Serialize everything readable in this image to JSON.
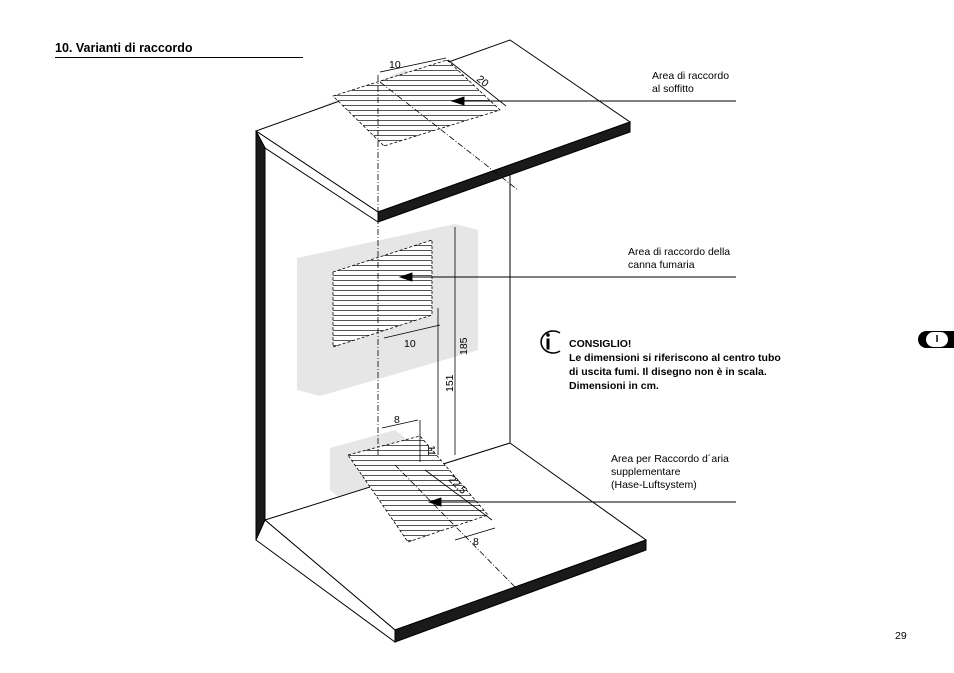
{
  "section": {
    "title": "10.  Varianti di raccordo"
  },
  "labels": {
    "ceiling": [
      "Area di  raccordo",
      "al soffitto"
    ],
    "chimney": [
      "Area di raccordo della",
      "canna fumaria"
    ],
    "air": [
      "Area per Raccordo d´aria",
      "supplementare",
      "(Hase-Luftsystem)"
    ]
  },
  "dimensions": {
    "ceiling_width": "10",
    "ceiling_depth": "20",
    "wall_width": "10",
    "wall_height": "185",
    "wall_offset": "151",
    "floor_width": "8",
    "floor_height": "11",
    "floor_depth": "22,5",
    "floor_bottom_width": "8"
  },
  "tip": {
    "title": "CONSIGLIO!",
    "lines": [
      "Le dimensioni si riferiscono al centro tubo",
      "di uscita fumi. Il disegno non è in scala.",
      "Dimensioni in cm."
    ]
  },
  "badge": {
    "label": "I"
  },
  "page": {
    "number": "29"
  }
}
